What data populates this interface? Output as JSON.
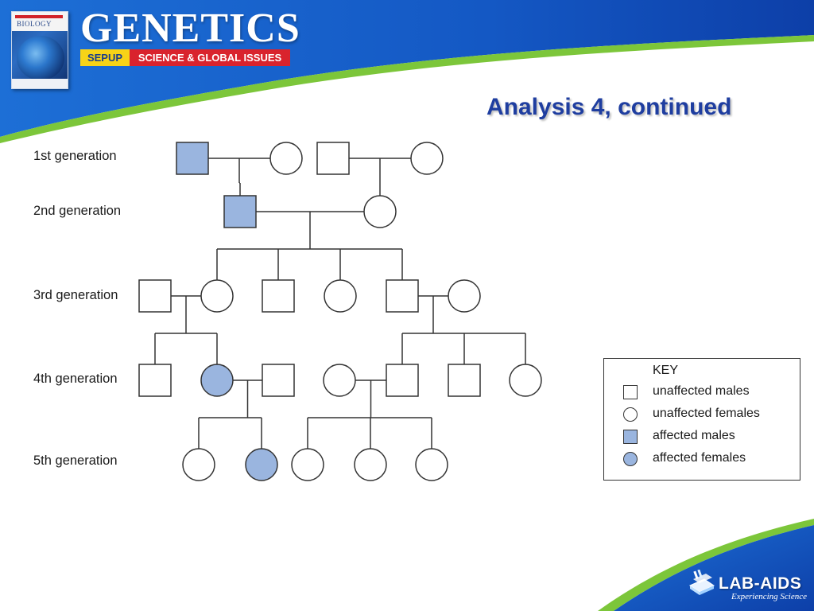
{
  "header": {
    "brand_title": "GENETICS",
    "tag_left": "SEPUP",
    "tag_right": "SCIENCE & GLOBAL ISSUES",
    "book_title": "BIOLOGY"
  },
  "slide": {
    "title": "Analysis 4, continued"
  },
  "generations": [
    {
      "label": "1st generation"
    },
    {
      "label": "2nd generation"
    },
    {
      "label": "3rd generation"
    },
    {
      "label": "4th generation"
    },
    {
      "label": "5th generation"
    }
  ],
  "pedigree": {
    "individuals": [
      {
        "id": "g1-m1",
        "generation": 1,
        "sex": "male",
        "affected": true
      },
      {
        "id": "g1-f1",
        "generation": 1,
        "sex": "female",
        "affected": false
      },
      {
        "id": "g1-m2",
        "generation": 1,
        "sex": "male",
        "affected": false
      },
      {
        "id": "g1-f2",
        "generation": 1,
        "sex": "female",
        "affected": false
      },
      {
        "id": "g2-m1",
        "generation": 2,
        "sex": "male",
        "affected": true
      },
      {
        "id": "g2-f1",
        "generation": 2,
        "sex": "female",
        "affected": false
      },
      {
        "id": "g3-m1",
        "generation": 3,
        "sex": "male",
        "affected": false
      },
      {
        "id": "g3-f1",
        "generation": 3,
        "sex": "female",
        "affected": false
      },
      {
        "id": "g3-m2",
        "generation": 3,
        "sex": "male",
        "affected": false
      },
      {
        "id": "g3-f2",
        "generation": 3,
        "sex": "female",
        "affected": false
      },
      {
        "id": "g3-m3",
        "generation": 3,
        "sex": "male",
        "affected": false
      },
      {
        "id": "g3-f3",
        "generation": 3,
        "sex": "female",
        "affected": false
      },
      {
        "id": "g4-m1",
        "generation": 4,
        "sex": "male",
        "affected": false
      },
      {
        "id": "g4-f1",
        "generation": 4,
        "sex": "female",
        "affected": true
      },
      {
        "id": "g4-m2",
        "generation": 4,
        "sex": "male",
        "affected": false
      },
      {
        "id": "g4-f2",
        "generation": 4,
        "sex": "female",
        "affected": false
      },
      {
        "id": "g4-m3",
        "generation": 4,
        "sex": "male",
        "affected": false
      },
      {
        "id": "g4-m4",
        "generation": 4,
        "sex": "male",
        "affected": false
      },
      {
        "id": "g4-f3",
        "generation": 4,
        "sex": "female",
        "affected": false
      },
      {
        "id": "g5-f1",
        "generation": 5,
        "sex": "female",
        "affected": false
      },
      {
        "id": "g5-f2",
        "generation": 5,
        "sex": "female",
        "affected": true
      },
      {
        "id": "g5-f3",
        "generation": 5,
        "sex": "female",
        "affected": false
      },
      {
        "id": "g5-f4",
        "generation": 5,
        "sex": "female",
        "affected": false
      },
      {
        "id": "g5-f5",
        "generation": 5,
        "sex": "female",
        "affected": false
      }
    ],
    "matings": [
      {
        "partners": [
          "g1-m1",
          "g1-f1"
        ],
        "children": [
          "g2-m1"
        ]
      },
      {
        "partners": [
          "g1-m2",
          "g1-f2"
        ],
        "children": [
          "g2-f1"
        ]
      },
      {
        "partners": [
          "g2-m1",
          "g2-f1"
        ],
        "children": [
          "g3-f1",
          "g3-m2",
          "g3-f2",
          "g3-m3"
        ]
      },
      {
        "partners": [
          "g3-m1",
          "g3-f1"
        ],
        "children": [
          "g4-m1",
          "g4-f1"
        ]
      },
      {
        "partners": [
          "g3-m3",
          "g3-f3"
        ],
        "children": [
          "g4-m3",
          "g4-m4",
          "g4-f3"
        ]
      },
      {
        "partners": [
          "g4-f1",
          "g4-m2"
        ],
        "children": [
          "g5-f1",
          "g5-f2"
        ]
      },
      {
        "partners": [
          "g4-f2",
          "g4-m3"
        ],
        "children": [
          "g5-f3",
          "g5-f4",
          "g5-f5"
        ]
      }
    ]
  },
  "key": {
    "title": "KEY",
    "items": [
      {
        "label": "unaffected males",
        "shape": "square",
        "affected": false
      },
      {
        "label": "unaffected females",
        "shape": "circle",
        "affected": false
      },
      {
        "label": "affected males",
        "shape": "square",
        "affected": true
      },
      {
        "label": "affected females",
        "shape": "circle",
        "affected": true
      }
    ]
  },
  "colors": {
    "affected_fill": "#9ab5df",
    "line": "#333333",
    "title_blue": "#1f3ea0",
    "header_blue": "#1560c8",
    "accent_green": "#7cc63a"
  },
  "logo": {
    "name": "LAB-AIDS",
    "tagline": "Experiencing Science"
  }
}
